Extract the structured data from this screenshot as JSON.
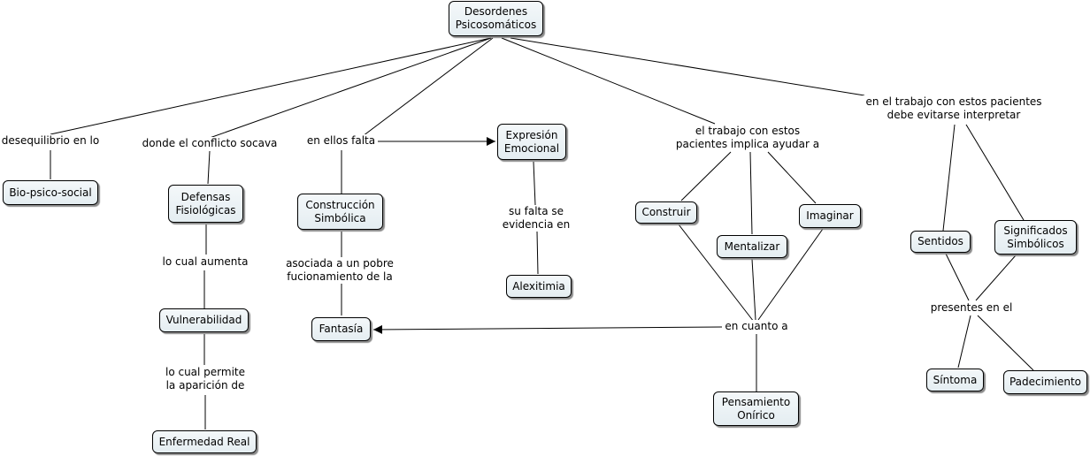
{
  "nodes": {
    "root": "Desordenes\nPsicosomáticos",
    "bio": "Bio-psico-social",
    "defensas": "Defensas\nFisiológicas",
    "vulnerabilidad": "Vulnerabilidad",
    "enfermedad": "Enfermedad Real",
    "construccion": "Construcción\nSimbólica",
    "fantasia": "Fantasía",
    "expresion": "Expresión\nEmocional",
    "alexitimia": "Alexitimia",
    "construir": "Construir",
    "mentalizar": "Mentalizar",
    "imaginar": "Imaginar",
    "pensamiento": "Pensamiento\nOnírico",
    "sentidos": "Sentidos",
    "significados": "Significados\nSimbólicos",
    "sintoma": "Síntoma",
    "padecimiento": "Padecimiento"
  },
  "phrases": {
    "desequilibrio": "desequilibrio en lo",
    "conflicto": "donde el conflicto socava",
    "falta": "en ellos falta",
    "trabajo": "el trabajo con estos\npacientes implica ayudar a",
    "interpretar": "en el trabajo con estos pacientes\ndebe evitarse interpretar",
    "aumenta": "lo cual aumenta",
    "permite": "lo cual permite\nla aparición de",
    "asociada": "asociada a un pobre\nfucionamiento de la",
    "falta_se": "su falta se\nevidencia en",
    "en_cuanto": "en cuanto a",
    "presentes": "presentes en el"
  }
}
